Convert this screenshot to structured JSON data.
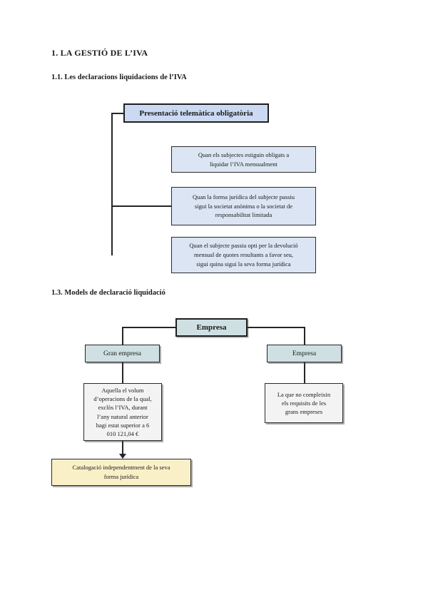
{
  "page": {
    "heading_section_1": "1. LA GESTIÓ DE L’IVA",
    "heading_section_1_1": "1.1. Les declaracions liquidacions de l’IVA",
    "heading_section_1_3": "1.3. Models de declaració liquidació"
  },
  "diagram_presentacio": {
    "root_label": "Presentació telemàtica obligatòria",
    "items": [
      "Quan els subjectes estiguin obligats a\nliquidar l’IVA mensualment",
      "Quan la forma jurídica del subjecte passiu\nsigui la societat anònima o la societat de\nresponsabilitat limitada",
      "Quan el subjecte passiu opti per la devolució\nmensual de quotes resultants a favor seu,\nsigui quina sigui la seva forma jurídica"
    ]
  },
  "diagram_models": {
    "root_label": "Empresa",
    "left_branch": {
      "label": "Gran empresa",
      "description": "Aquella el volum\nd’operacions de la qual,\nexclòs l’IVA, durant\nl’any natural anterior\nhagi estat superior a 6\n010 121,04 €",
      "result": "Catalogació independentment de la seva\nforma jurídica"
    },
    "right_branch": {
      "label": "Empresa",
      "description": "La que no compleixin\nels requisits de les\ngrans empreses"
    }
  },
  "colors": {
    "box_blue_root": "#cbdaf2",
    "box_blue_item": "#dbe5f3",
    "box_teal": "#cfe0e3",
    "box_gray": "#f3f3f3",
    "box_yellow": "#faf0c8",
    "line": "#252525",
    "text": "#1a1a1a",
    "page_background": "#ffffff"
  }
}
